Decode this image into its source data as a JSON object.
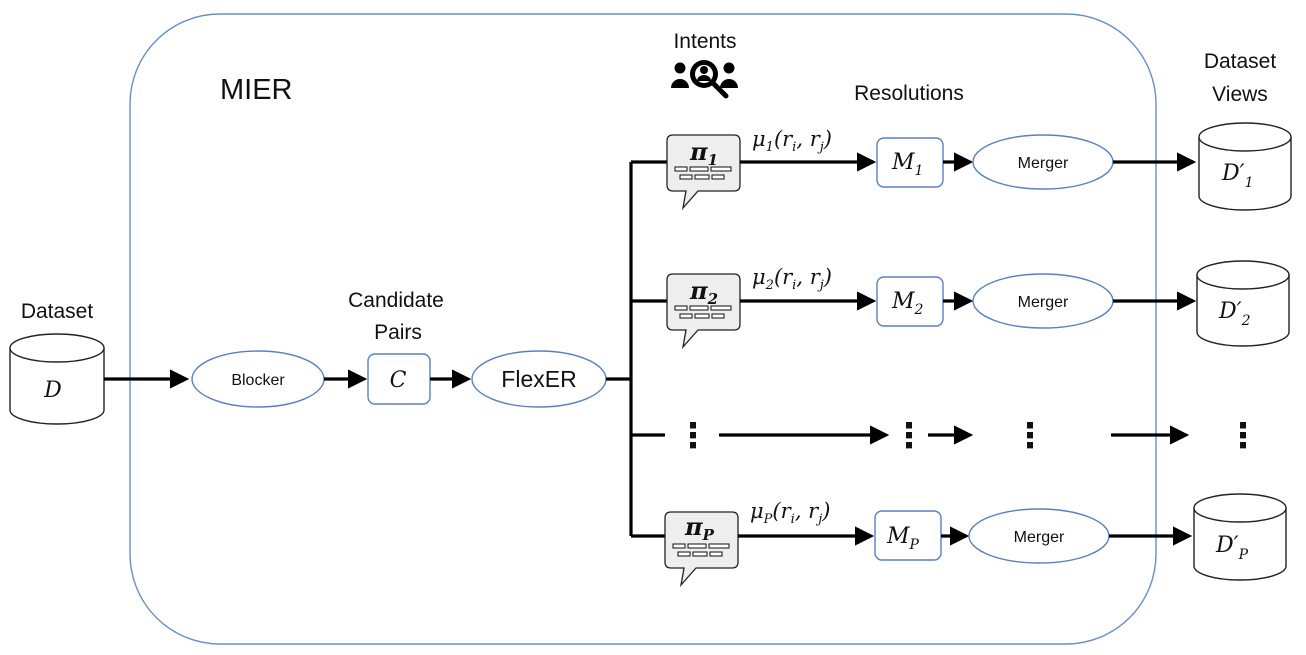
{
  "frame": {
    "label": "MIER"
  },
  "input": {
    "title": "Dataset",
    "symbol": "D"
  },
  "blocker": {
    "label": "Blocker"
  },
  "candidates": {
    "title_line1": "Candidate",
    "title_line2": "Pairs",
    "symbol": "C"
  },
  "flexer": {
    "label": "FlexER"
  },
  "intents": {
    "title": "Intents",
    "icon": "user-search-icon"
  },
  "resolutions": {
    "title": "Resolutions"
  },
  "views": {
    "title_line1": "Dataset",
    "title_line2": "Views"
  },
  "rows": [
    {
      "pi_base": "π",
      "pi_sub": "1",
      "mu_base": "μ",
      "mu_sub": "1",
      "mu_args": "(r",
      "mu_ri": "i",
      "mu_comma": ", r",
      "mu_rj": "j",
      "mu_close": ")",
      "m_base": "M",
      "m_sub": "1",
      "merger": "Merger",
      "d_base": "D′",
      "d_sub": "1"
    },
    {
      "pi_base": "π",
      "pi_sub": "2",
      "mu_base": "μ",
      "mu_sub": "2",
      "mu_args": "(r",
      "mu_ri": "i",
      "mu_comma": ", r",
      "mu_rj": "j",
      "mu_close": ")",
      "m_base": "M",
      "m_sub": "2",
      "merger": "Merger",
      "d_base": "D′",
      "d_sub": "2"
    },
    {
      "pi_base": "π",
      "pi_sub": "P",
      "mu_base": "μ",
      "mu_sub": "P",
      "mu_args": "(r",
      "mu_ri": "i",
      "mu_comma": ", r",
      "mu_rj": "j",
      "mu_close": ")",
      "m_base": "M",
      "m_sub": "P",
      "merger": "Merger",
      "d_base": "D′",
      "d_sub": "P"
    }
  ],
  "ellipsis": "⋮"
}
